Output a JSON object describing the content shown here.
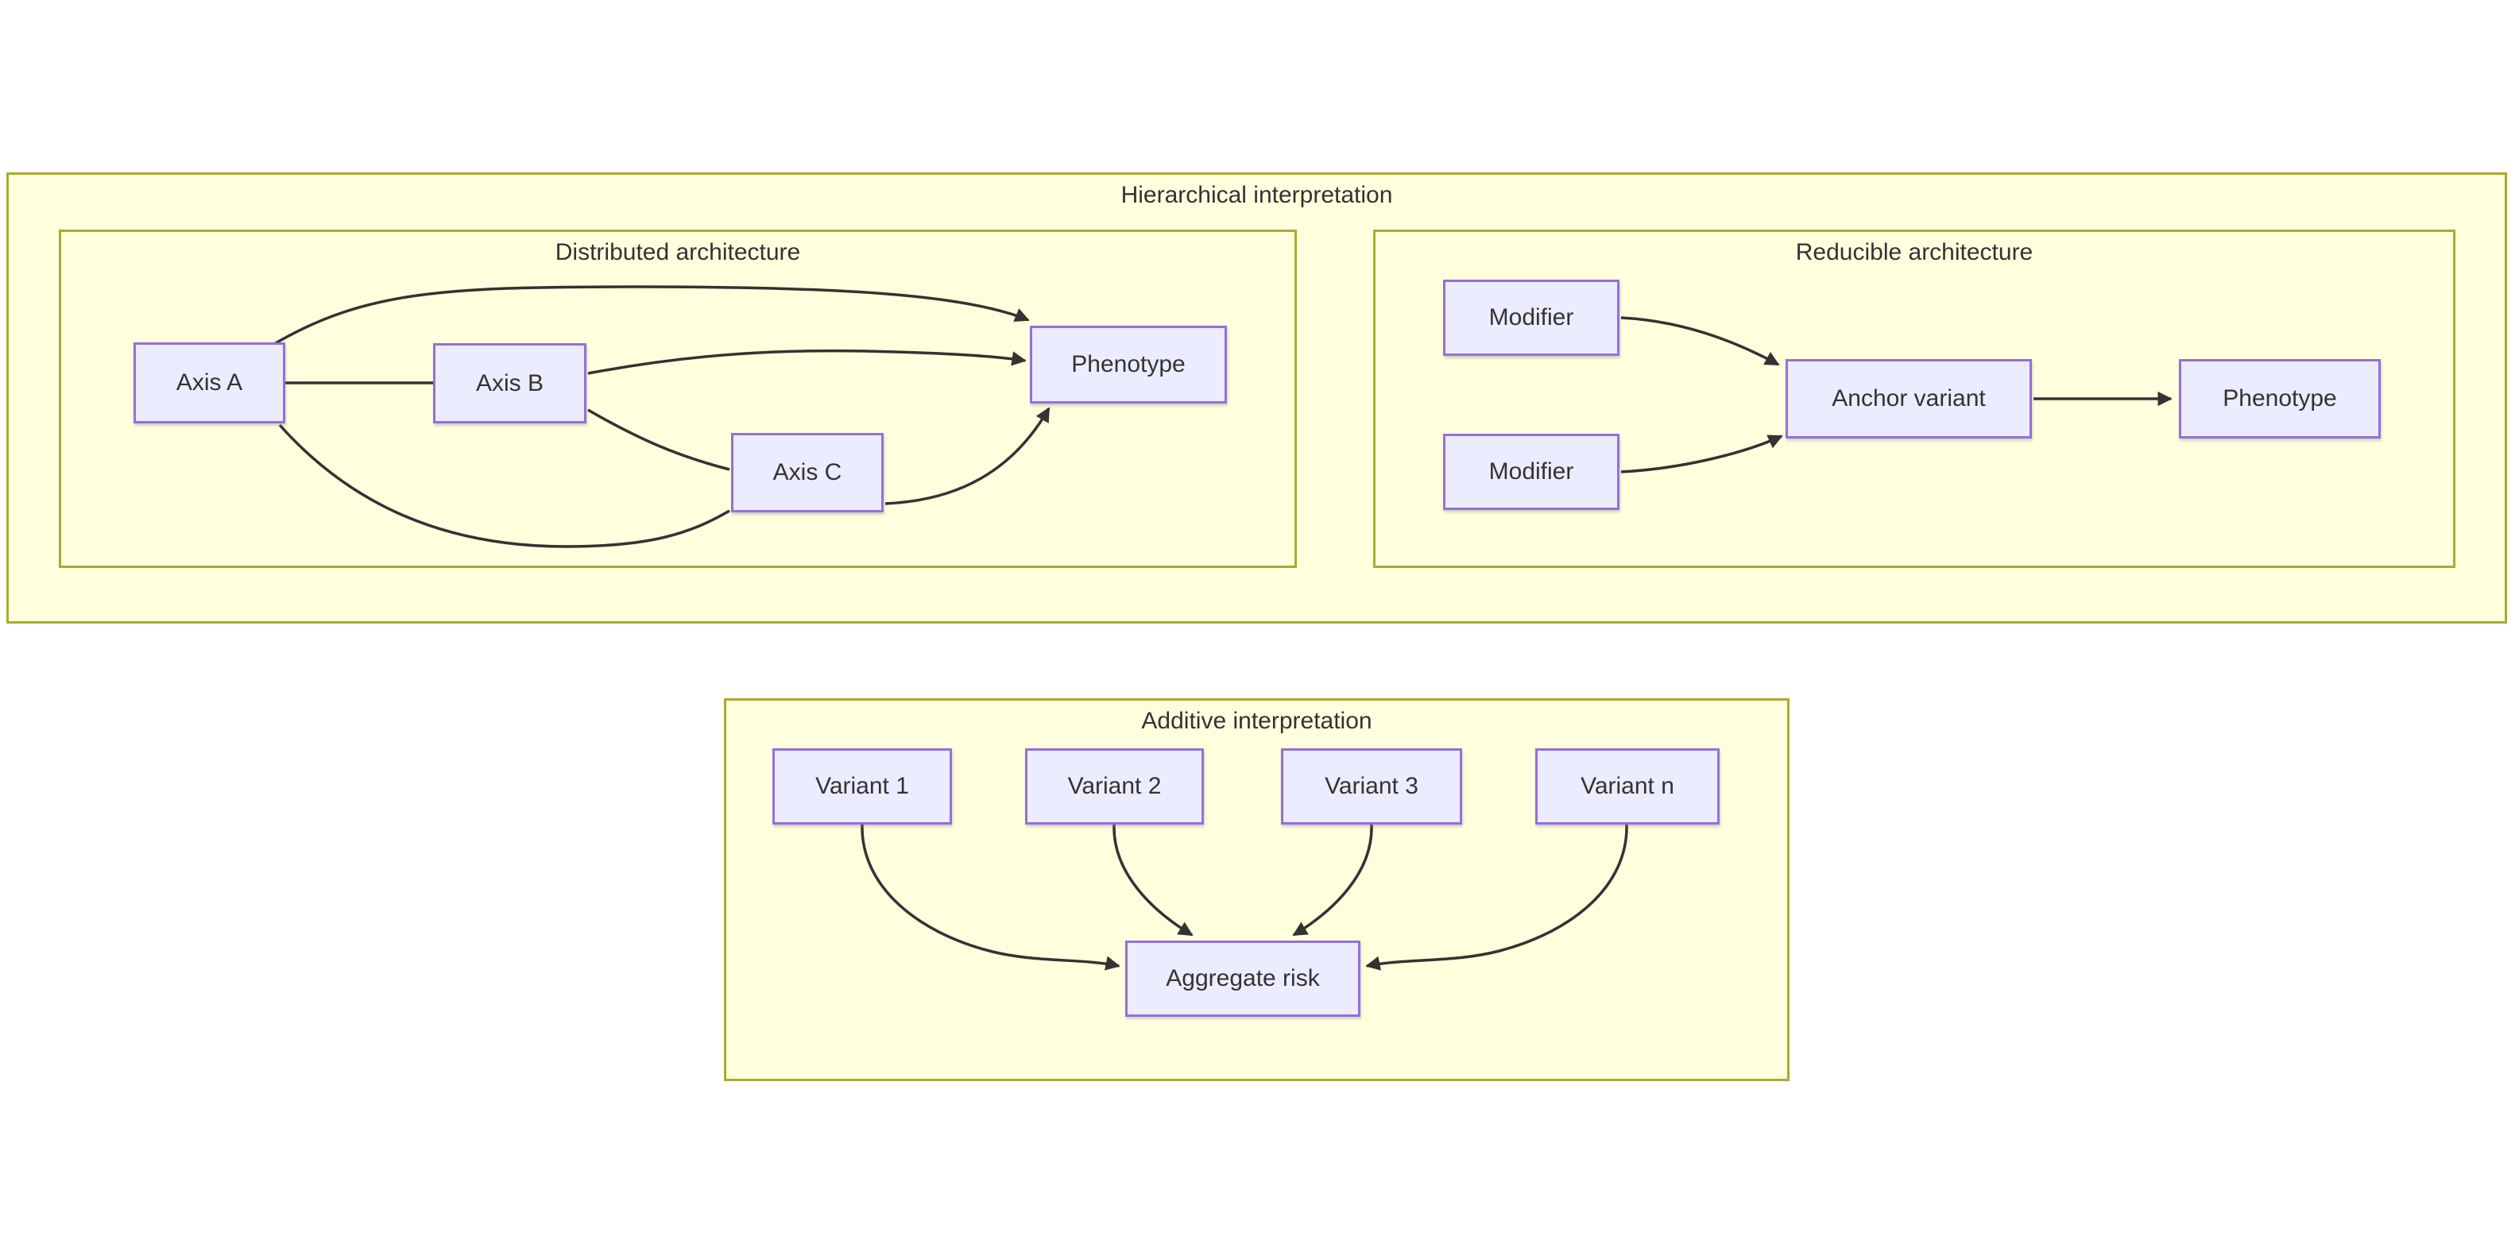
{
  "diagram": {
    "type": "flowchart",
    "colors": {
      "background": "#ffffff",
      "cluster_fill": "#ffffde",
      "cluster_border": "#aaaa33",
      "node_fill": "#ececff",
      "node_border": "#9370db",
      "edge_stroke": "#333333",
      "text": "#333333"
    },
    "clusters": {
      "hierarchical": {
        "title": "Hierarchical interpretation"
      },
      "distributed": {
        "title": "Distributed architecture"
      },
      "reducible": {
        "title": "Reducible architecture"
      },
      "additive": {
        "title": "Additive interpretation"
      }
    },
    "nodes": {
      "axis_a": {
        "label": "Axis A"
      },
      "axis_b": {
        "label": "Axis B"
      },
      "axis_c": {
        "label": "Axis C"
      },
      "phenotype_distributed": {
        "label": "Phenotype"
      },
      "modifier_top": {
        "label": "Modifier"
      },
      "modifier_bottom": {
        "label": "Modifier"
      },
      "anchor_variant": {
        "label": "Anchor variant"
      },
      "phenotype_reducible": {
        "label": "Phenotype"
      },
      "variant_1": {
        "label": "Variant 1"
      },
      "variant_2": {
        "label": "Variant 2"
      },
      "variant_3": {
        "label": "Variant 3"
      },
      "variant_n": {
        "label": "Variant n"
      },
      "aggregate_risk": {
        "label": "Aggregate risk"
      }
    },
    "edges": [
      {
        "from": "axis_a",
        "to": "phenotype_distributed",
        "directed": true
      },
      {
        "from": "axis_a",
        "to": "axis_b",
        "directed": false
      },
      {
        "from": "axis_a",
        "to": "axis_c",
        "directed": false
      },
      {
        "from": "axis_b",
        "to": "phenotype_distributed",
        "directed": true
      },
      {
        "from": "axis_b",
        "to": "axis_c",
        "directed": false
      },
      {
        "from": "axis_c",
        "to": "phenotype_distributed",
        "directed": true
      },
      {
        "from": "modifier_top",
        "to": "anchor_variant",
        "directed": true
      },
      {
        "from": "modifier_bottom",
        "to": "anchor_variant",
        "directed": true
      },
      {
        "from": "anchor_variant",
        "to": "phenotype_reducible",
        "directed": true
      },
      {
        "from": "variant_1",
        "to": "aggregate_risk",
        "directed": true
      },
      {
        "from": "variant_2",
        "to": "aggregate_risk",
        "directed": true
      },
      {
        "from": "variant_3",
        "to": "aggregate_risk",
        "directed": true
      },
      {
        "from": "variant_n",
        "to": "aggregate_risk",
        "directed": true
      }
    ]
  }
}
